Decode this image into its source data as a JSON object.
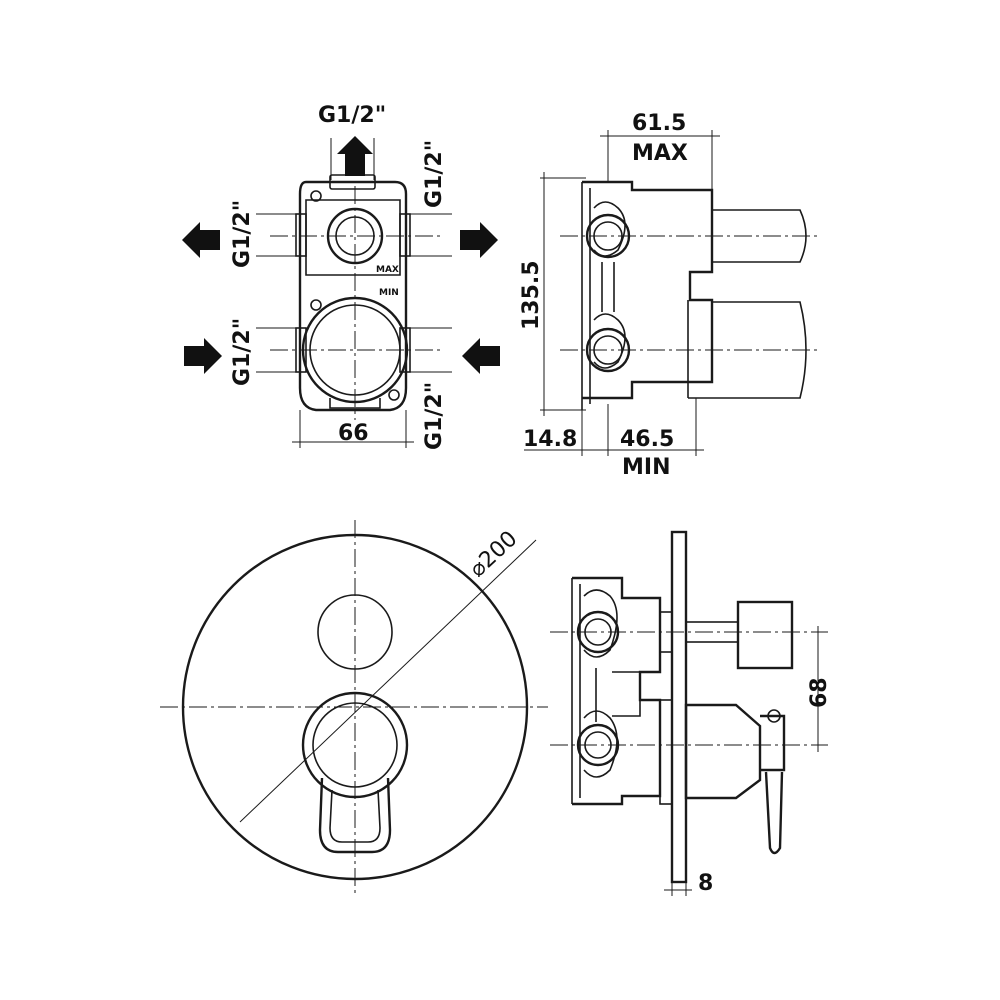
{
  "labels": {
    "port_top": "G1/2\"",
    "port_right_upper": "G1/2\"",
    "port_left_upper": "G1/2\"",
    "port_left_lower": "G1/2\"",
    "port_right_lower": "G1/2\"",
    "width_box": "66",
    "height_box": "135.5",
    "depth_max_value": "61.5",
    "depth_max_label": "MAX",
    "offset_left": "14.8",
    "depth_min_value": "46.5",
    "depth_min_label": "MIN",
    "plate_diameter": "⌀200",
    "spacing_side": "68",
    "plate_thickness": "8",
    "mark_max": "MAX",
    "mark_min": "MIN"
  }
}
